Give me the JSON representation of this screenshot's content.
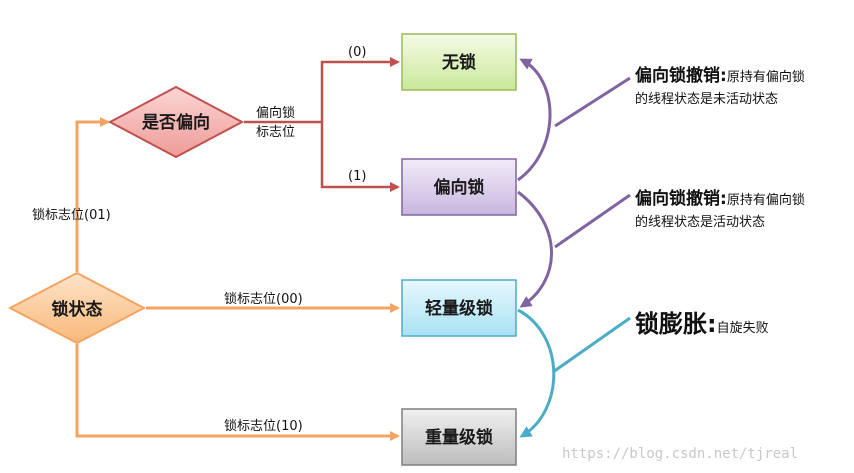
{
  "nodes": {
    "state": "锁状态",
    "biased_check": "是否偏向",
    "no_lock": "无锁",
    "biased_lock": "偏向锁",
    "lightweight": "轻量级锁",
    "heavyweight": "重量级锁"
  },
  "edges": {
    "flag_01": "锁标志位(01)",
    "flag_00": "锁标志位(00)",
    "flag_10": "锁标志位(10)",
    "biased_flag_line1": "偏向锁",
    "biased_flag_line2": "标志位",
    "zero": "(0)",
    "one": "(1)"
  },
  "annotations": {
    "revoke_inactive": {
      "title": "偏向锁撤销:",
      "line1": "原持有偏向锁",
      "line2": "的线程状态是未活动状态"
    },
    "revoke_active": {
      "title": "偏向锁撤销:",
      "line1": "原持有偏向锁",
      "line2": "的线程状态是活动状态"
    },
    "inflate": {
      "title": "锁膨胀:",
      "text": "自旋失败"
    }
  },
  "watermark": "https://blog.csdn.net/tjreal",
  "colors": {
    "orange": "#f4a460",
    "red_line": "#c0504d",
    "purple_line": "#8064a2",
    "teal_line": "#4bacc6"
  }
}
